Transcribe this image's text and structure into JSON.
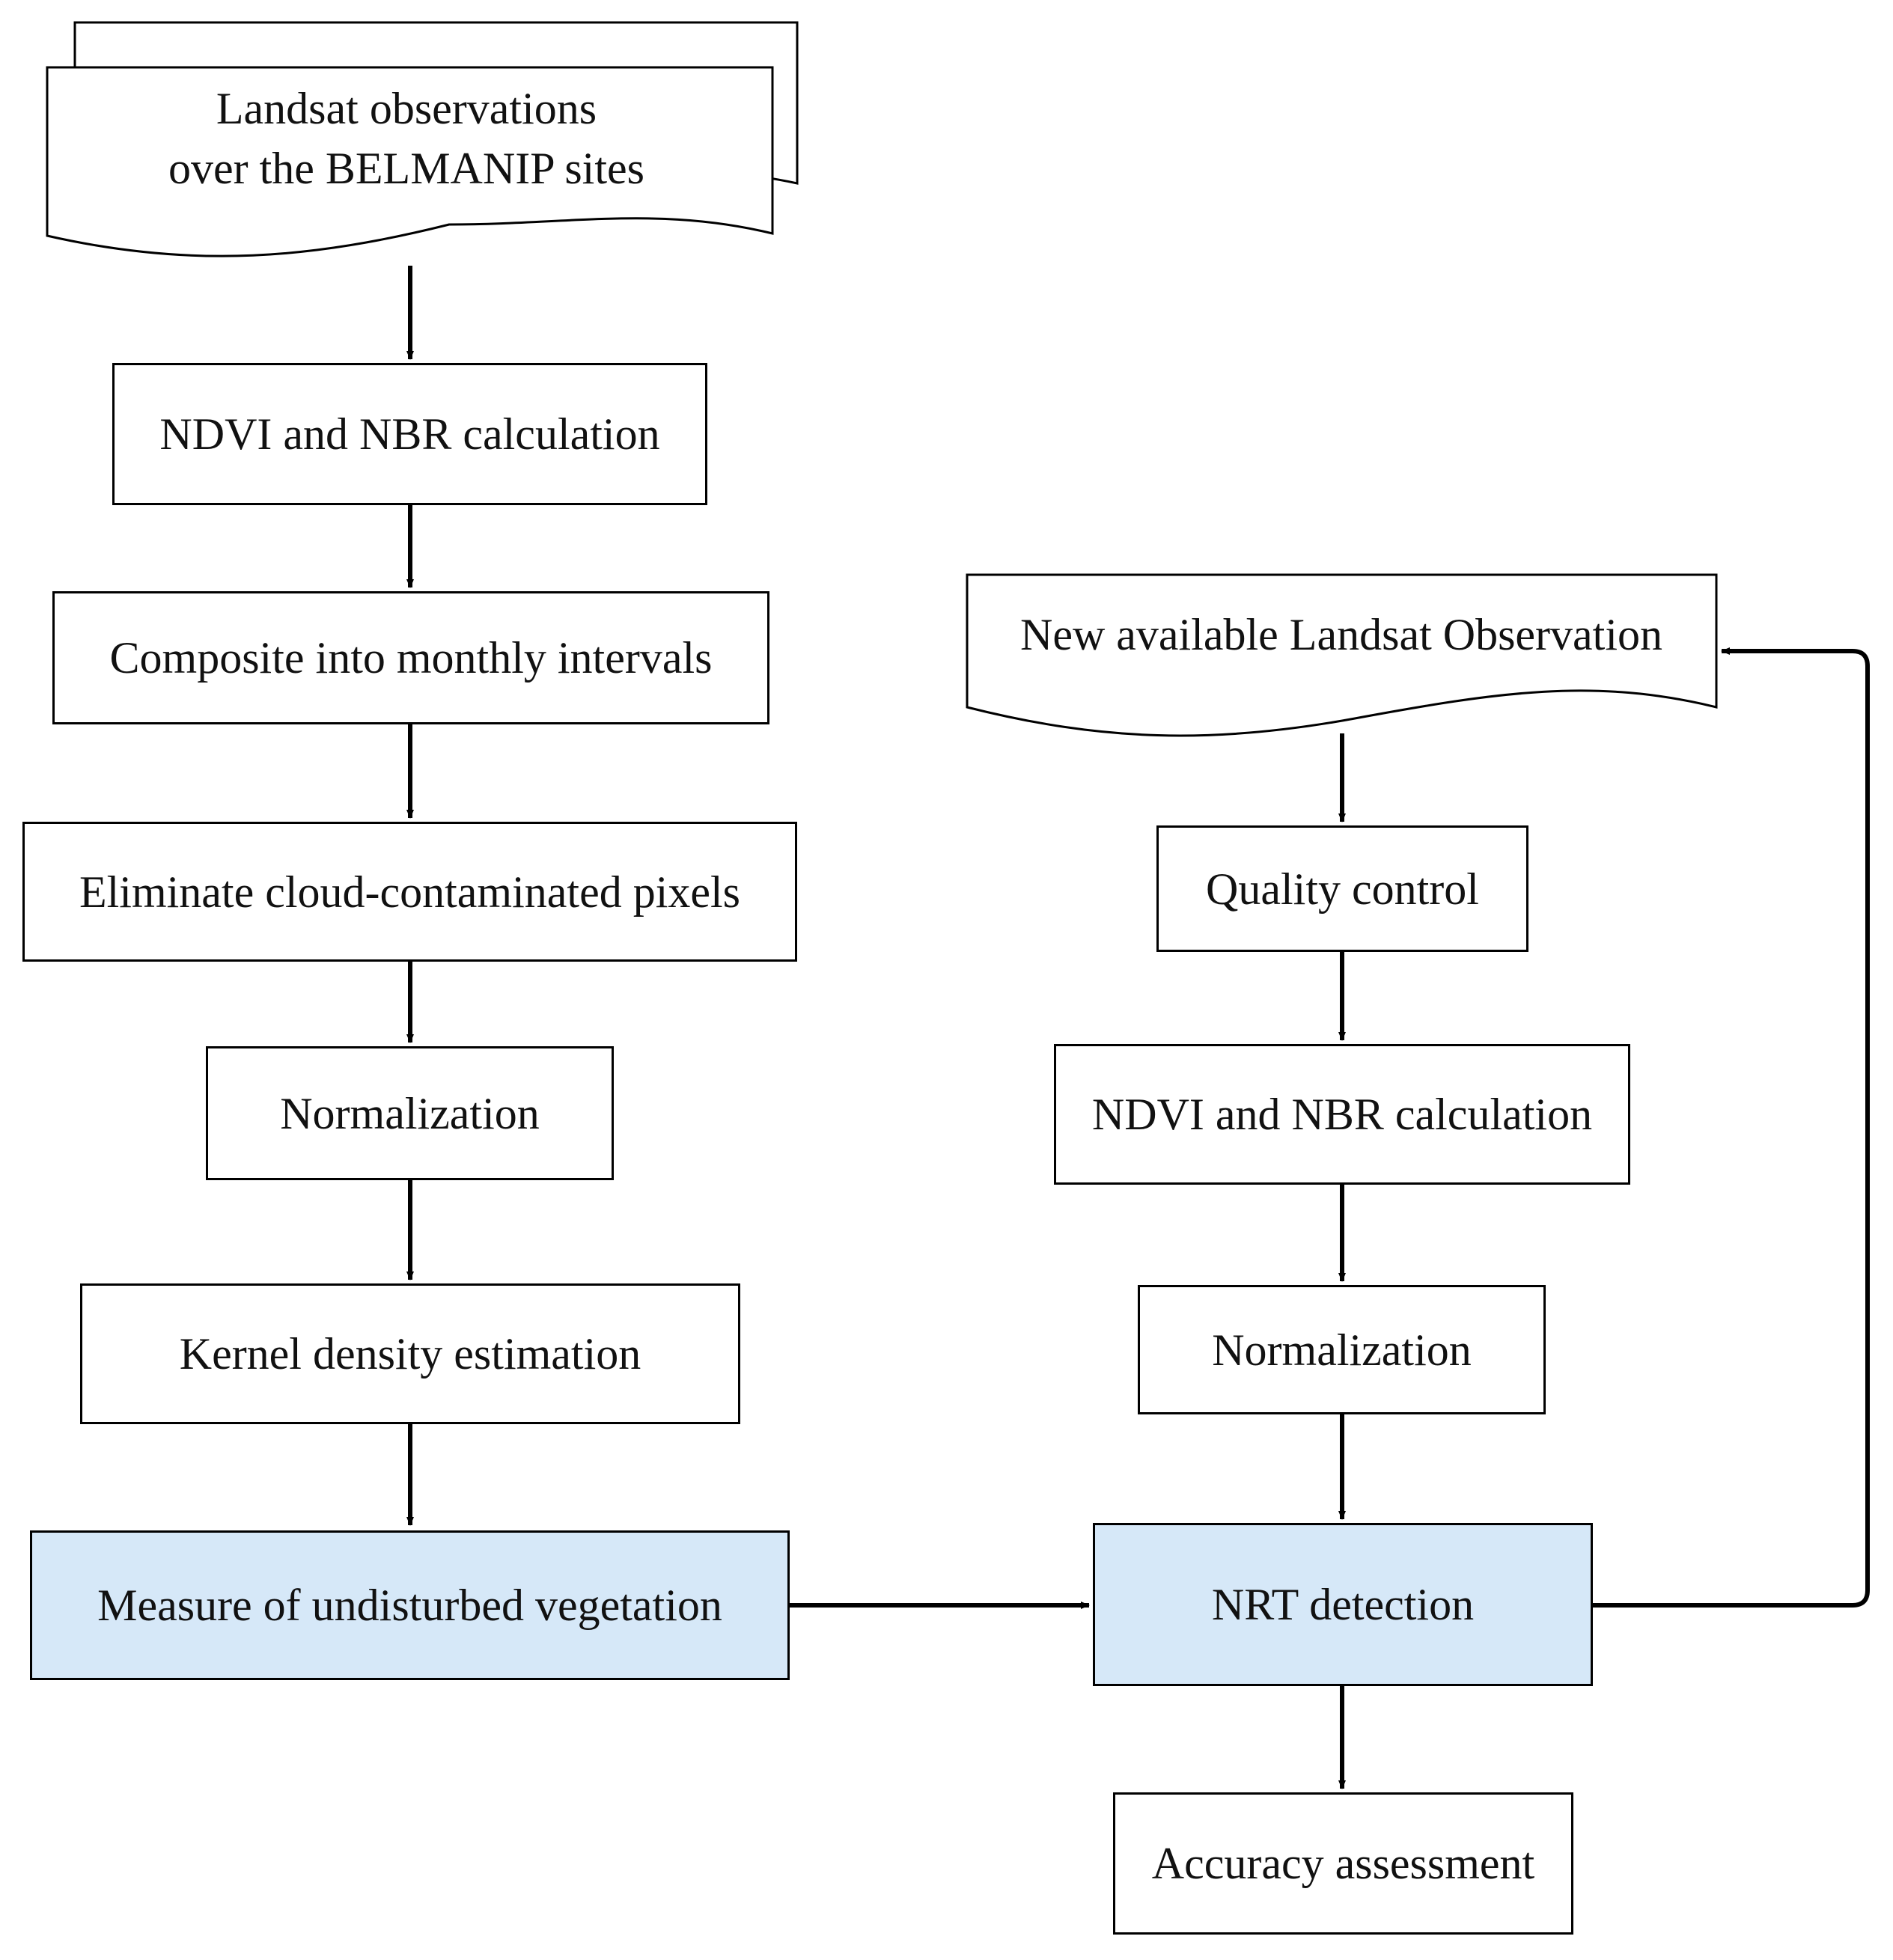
{
  "left_flow": {
    "source": {
      "line1": "Landsat observations",
      "line2": "over the BELMANIP sites"
    },
    "steps": [
      "NDVI and NBR calculation",
      "Composite into monthly intervals",
      "Eliminate cloud-contaminated pixels",
      "Normalization",
      "Kernel density estimation"
    ],
    "result": "Measure of undisturbed vegetation"
  },
  "right_flow": {
    "source": "New available Landsat Observation",
    "steps": [
      "Quality control",
      "NDVI and NBR calculation",
      "Normalization"
    ],
    "detection": "NRT detection",
    "final": "Accuracy assessment"
  },
  "colors": {
    "highlight_fill": "#d6e8f8",
    "stroke": "#000000"
  }
}
